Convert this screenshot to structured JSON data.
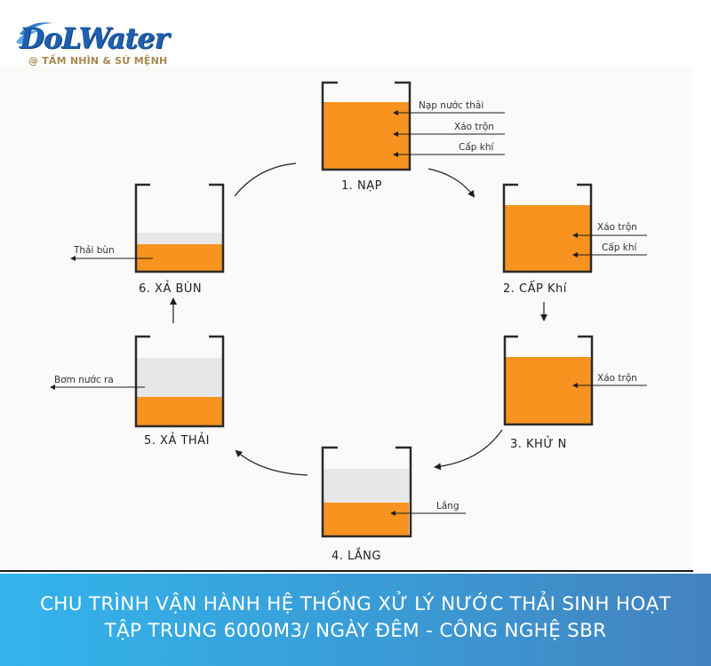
{
  "brand": {
    "name": "DoLWater",
    "tagline": "@ TẦM NHÌN & SỨ MỆNH",
    "colors": {
      "primary": "#1f5fae",
      "tagline": "#a8894f"
    }
  },
  "diagram": {
    "colors": {
      "liquid": "#f7931e",
      "clear_water": "#e6e7e8",
      "tank_wall": "#2b2b2b",
      "background": "#fbfaf8"
    },
    "stages": [
      {
        "step": 1,
        "label": "1. NẠP",
        "notes": [
          "Nạp nước thải",
          "Xáo trộn",
          "Cấp khí"
        ]
      },
      {
        "step": 2,
        "label": "2. CẤP Khí",
        "notes": [
          "Xáo trộn",
          "Cấp khí"
        ]
      },
      {
        "step": 3,
        "label": "3. KHỬ N",
        "notes": [
          "Xáo trộn"
        ]
      },
      {
        "step": 4,
        "label": "4. LẮNG",
        "notes": [
          "Lắng"
        ]
      },
      {
        "step": 5,
        "label": "5. XẢ THẢI",
        "notes": [
          "Bơm nước ra"
        ]
      },
      {
        "step": 6,
        "label": "6. XẢ BÙN",
        "notes": [
          "Thải bùn"
        ]
      }
    ]
  },
  "banner": {
    "line1": "CHU TRÌNH VẬN HÀNH HỆ THỐNG XỬ LÝ NƯỚC THẢI SINH HOẠT",
    "line2": "TẬP TRUNG 6000M3/ NGÀY ĐÊM - CÔNG NGHỆ SBR",
    "gradient": [
      "#33b4ec",
      "#4482c0"
    ]
  }
}
